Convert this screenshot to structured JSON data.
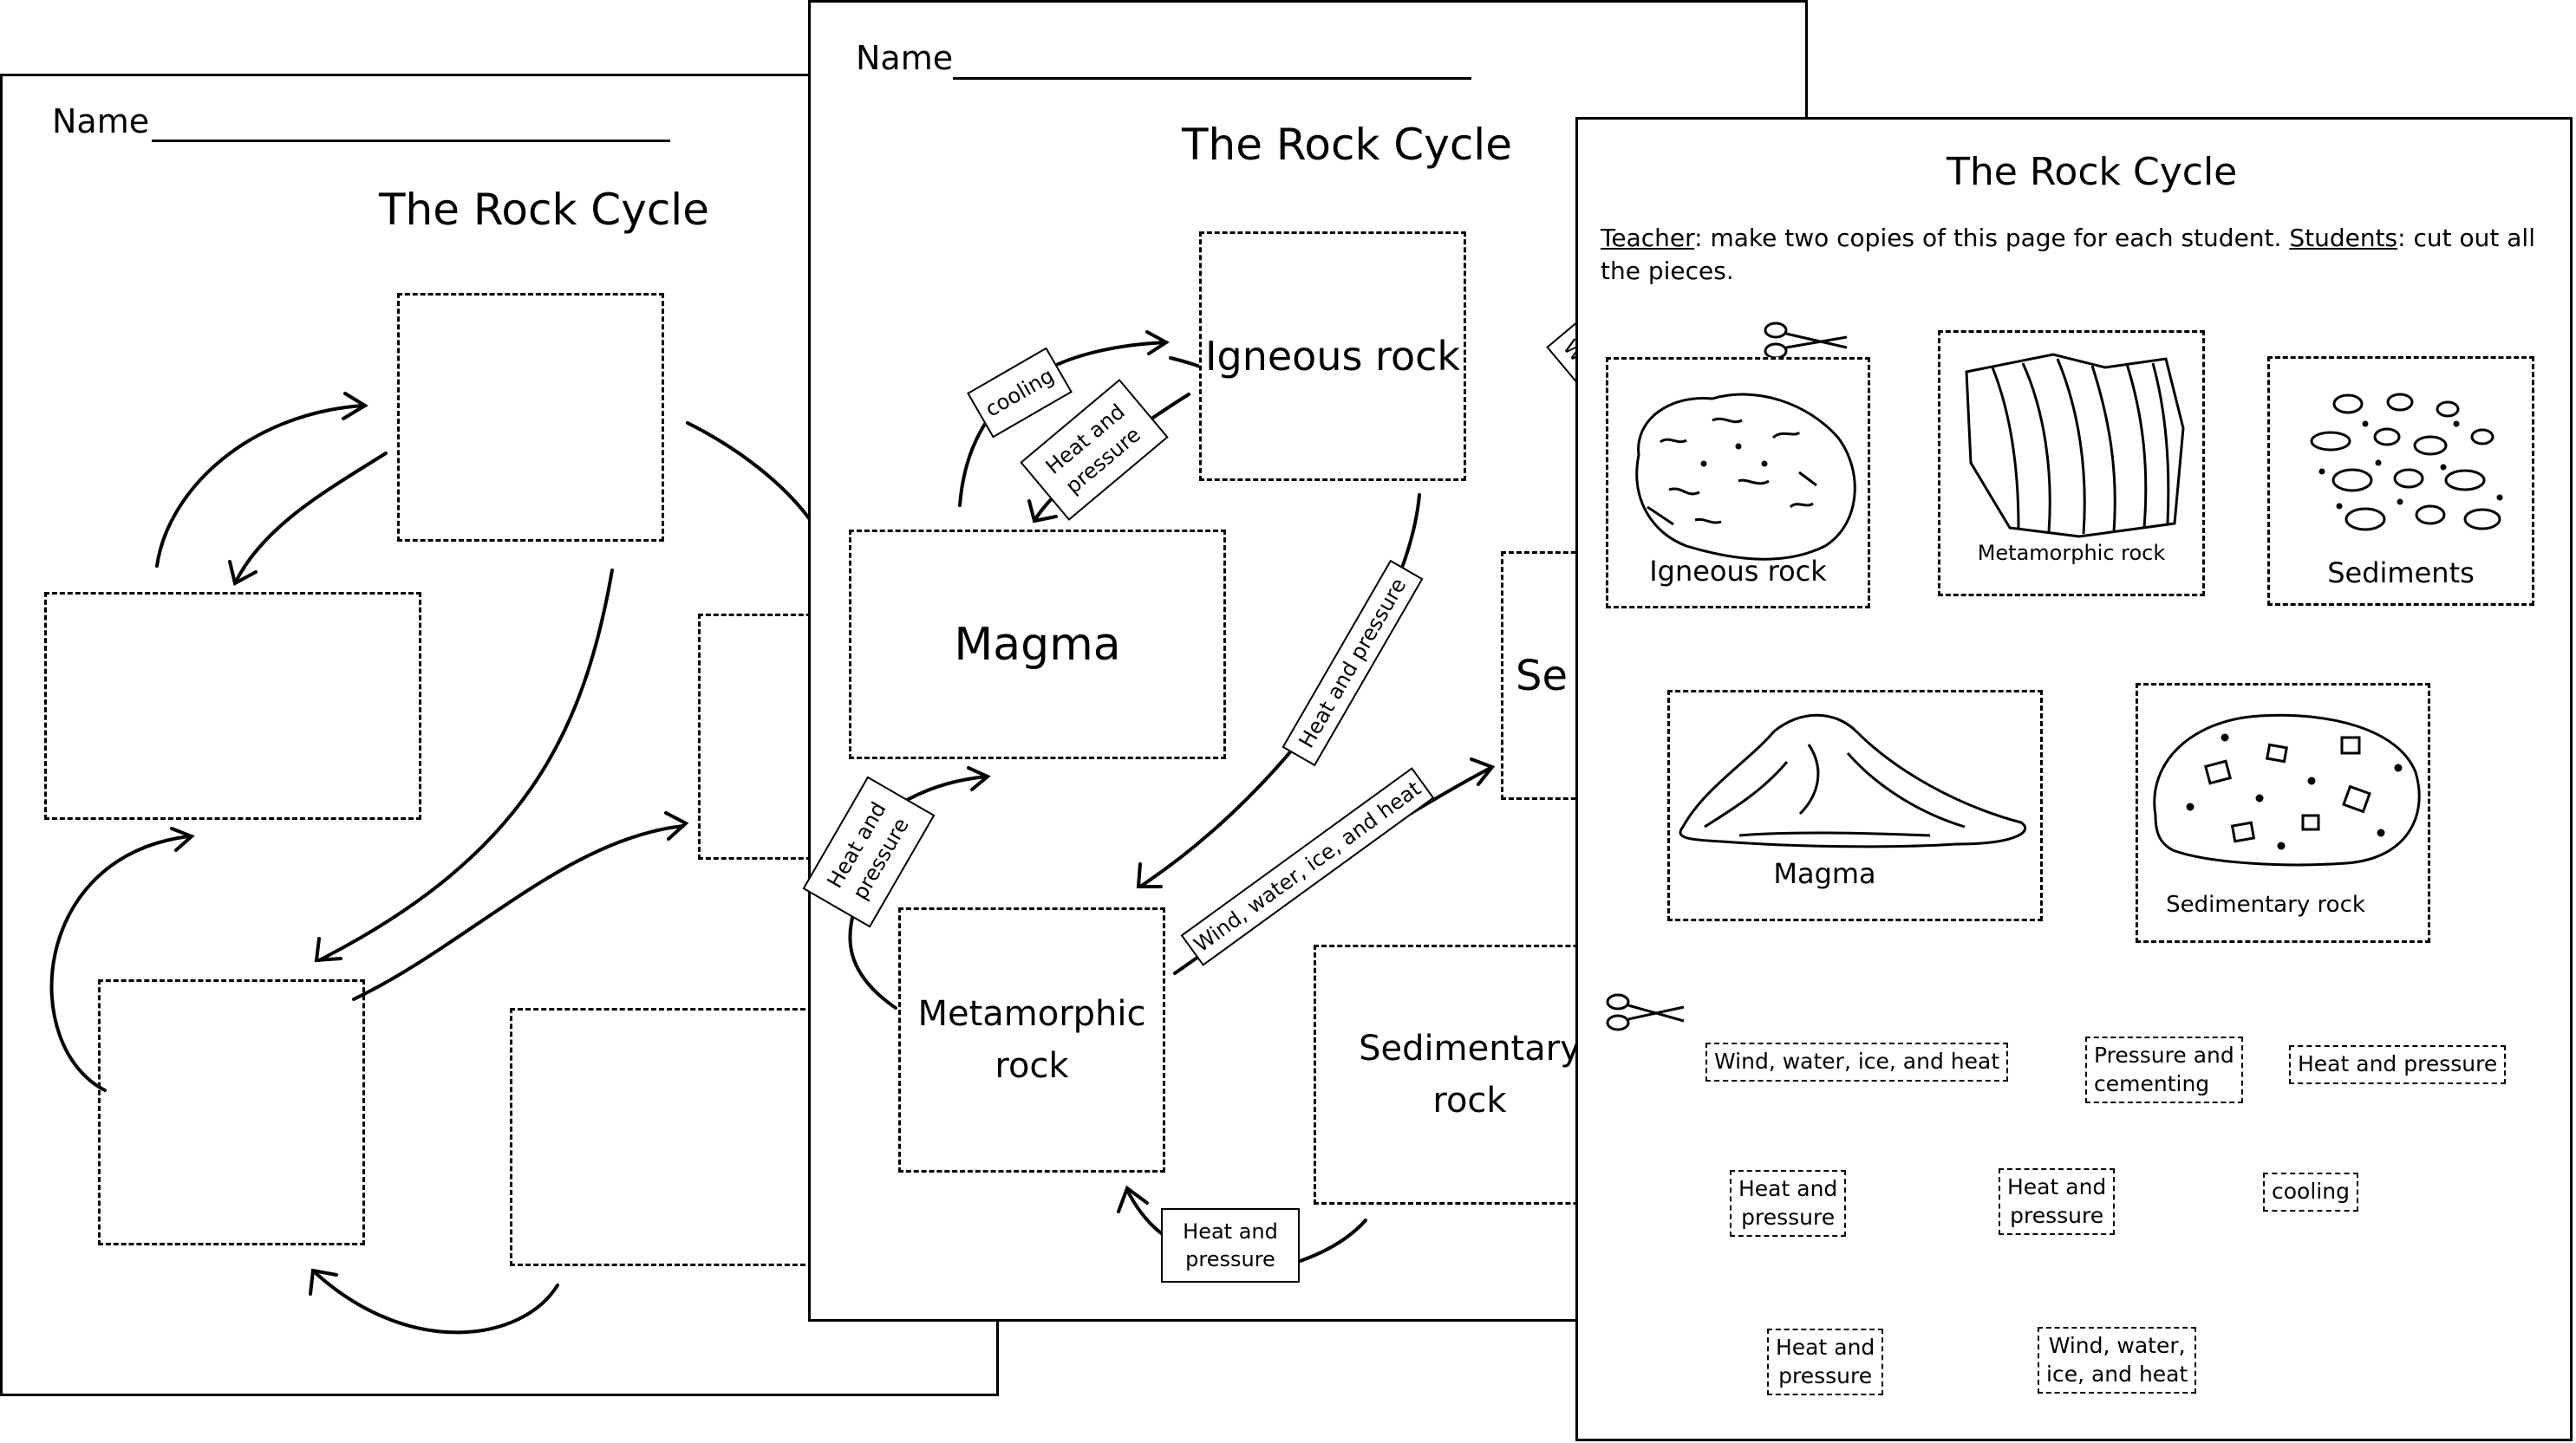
{
  "sheet1": {
    "name_label": "Name",
    "title": "The Rock Cycle"
  },
  "sheet2": {
    "name_label": "Name",
    "title": "The Rock Cycle",
    "boxes": {
      "igneous": "Igneous rock",
      "magma": "Magma",
      "metamorphic_1": "Metamorphic",
      "metamorphic_2": "rock",
      "sedimentary_1": "Sedimentary",
      "sedimentary_2": "rock",
      "sediments_partial": "Se"
    },
    "tags": {
      "cooling": "cooling",
      "heat_pressure_top_1": "Heat and",
      "heat_pressure_top_2": "pressure",
      "heat_pressure_diag": "Heat and pressure",
      "heat_pressure_left_1": "Heat and",
      "heat_pressure_left_2": "pressure",
      "wind_diag": "Wind, water, ice, and heat",
      "heat_pressure_bottom_1": "Heat and",
      "heat_pressure_bottom_2": "pressure",
      "wind_partial": "Wi"
    }
  },
  "sheet3": {
    "title": "The Rock Cycle",
    "instructions": {
      "teacher_word": "Teacher",
      "teacher_text": ": make two copies of this page for each student.  ",
      "students_word": "Students",
      "students_text": ": cut out all the pieces."
    },
    "pieces": {
      "igneous": "Igneous rock",
      "metamorphic": "Metamorphic rock",
      "sediments": "Sediments",
      "magma": "Magma",
      "sedimentary": "Sedimentary rock"
    },
    "strips": {
      "s1": "Wind, water, ice, and heat",
      "s2_1": "Pressure and",
      "s2_2": "cementing",
      "s3": "Heat and pressure",
      "s4_1": "Heat and",
      "s4_2": "pressure",
      "s5_1": "Heat and",
      "s5_2": "pressure",
      "s6": "cooling",
      "s7_1": "Heat and",
      "s7_2": "pressure",
      "s8_1": "Wind, water,",
      "s8_2": "ice, and heat"
    }
  }
}
